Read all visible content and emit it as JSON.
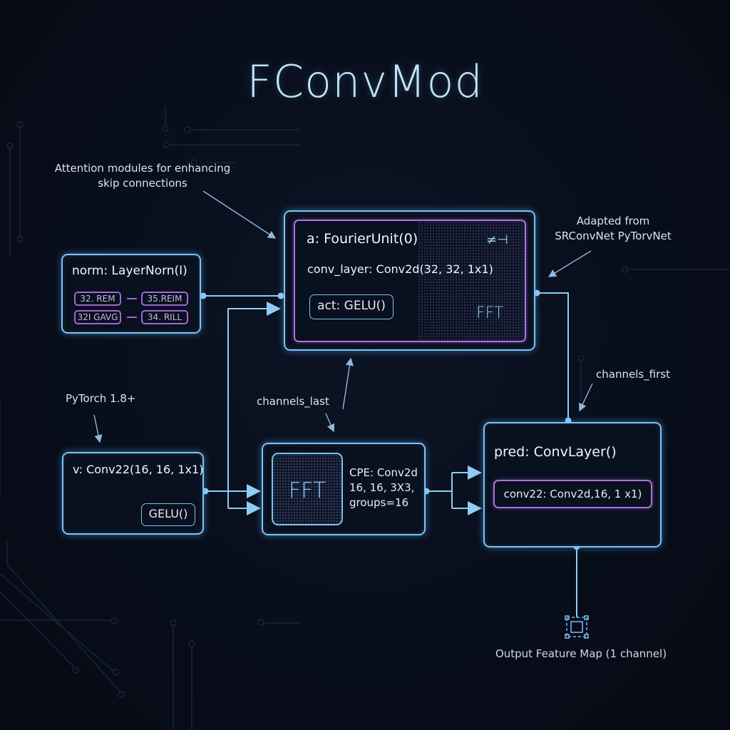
{
  "title": "FConvMod",
  "annotations": {
    "attention": "Attention modules for enhancing skip connections",
    "adapted": "Adapted from SRConvNet PyTorvNet",
    "pytorch": "PyTorch 1.8+",
    "channels_last": "channels_last",
    "channels_first": "channels_first",
    "output": "Output Feature Map (1 channel)"
  },
  "modules": {
    "norm": {
      "label": "norm: LayerNorn(I)",
      "chips": [
        "32. REM",
        "35.REIM",
        "32I GAVG",
        "34. RILL"
      ]
    },
    "fourier": {
      "label": "a: FourierUnit(0)",
      "conv_layer": "conv_layer: Conv2d(32, 32, 1x1)",
      "act": "act: GELU()",
      "fft": "FFT",
      "glyph": "≠⊣"
    },
    "v": {
      "label": "v: Conv22(16, 16, 1x1)",
      "act": "GELU()"
    },
    "cpe": {
      "fft": "FFT",
      "lines": [
        "CPE: Conv2d",
        "16, 16, 3X3,",
        "groups=16"
      ]
    },
    "pred": {
      "label": "pred: ConvLayer()",
      "conv": "conv22: Conv2d,16, 1 x1)"
    }
  },
  "colors": {
    "background": "#080d1a",
    "box_border": "#7cc3f2",
    "accent_purple": "#b070e0",
    "title": "#bfe4f7"
  }
}
